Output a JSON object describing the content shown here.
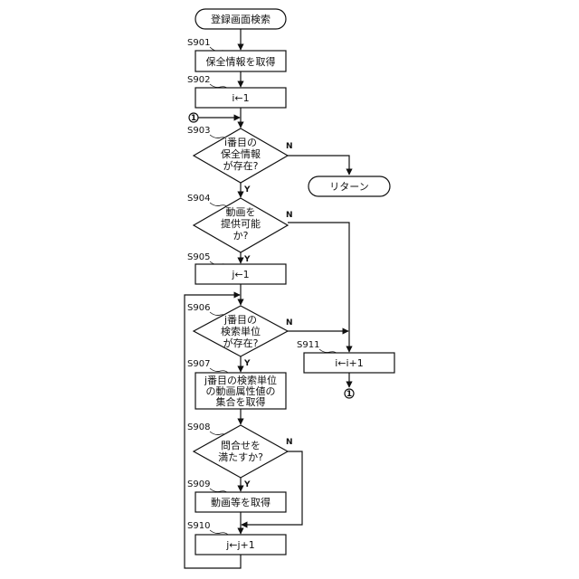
{
  "start": "登録画面検索",
  "steps": {
    "s901": {
      "label": "S901",
      "text": "保全情報を取得"
    },
    "s902": {
      "label": "S902",
      "text": "i←1"
    },
    "s903": {
      "label": "S903",
      "lines": [
        "i番目の",
        "保全情報",
        "が存在?"
      ]
    },
    "s904": {
      "label": "S904",
      "lines": [
        "動画を",
        "提供可能",
        "か?"
      ]
    },
    "s905": {
      "label": "S905",
      "text": "j←1"
    },
    "s906": {
      "label": "S906",
      "lines": [
        "j番目の",
        "検索単位",
        "が存在?"
      ]
    },
    "s907": {
      "label": "S907",
      "lines": [
        "j番目の検索単位",
        "の動画属性値の",
        "集合を取得"
      ]
    },
    "s908": {
      "label": "S908",
      "lines": [
        "問合せを",
        "満たすか?"
      ]
    },
    "s909": {
      "label": "S909",
      "text": "動画等を取得"
    },
    "s910": {
      "label": "S910",
      "text": "j←j+1"
    },
    "s911": {
      "label": "S911",
      "text": "i←i+1"
    }
  },
  "return_label": "リターン",
  "connector": "1",
  "yes": "Y",
  "no": "N"
}
